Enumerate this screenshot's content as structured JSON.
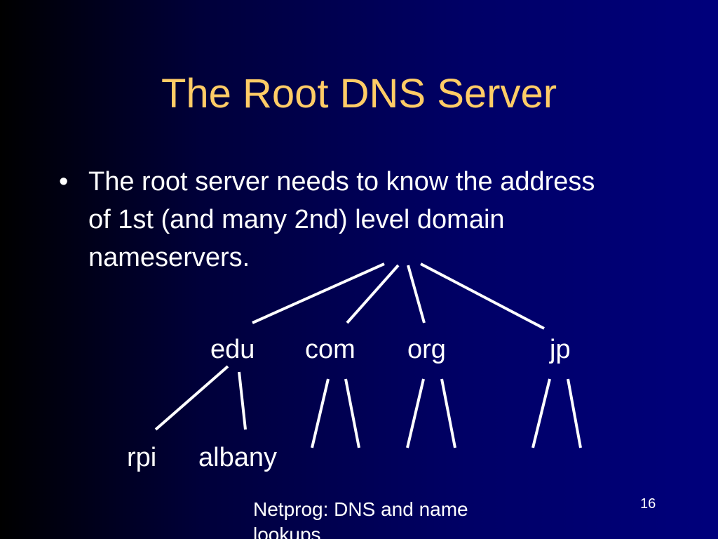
{
  "slide": {
    "title": "The Root DNS Server",
    "bullet_marker": "•",
    "bullet_text": "The root server needs to know the address of 1st (and many 2nd) level domain nameservers.",
    "footer": "Netprog:   DNS and name lookups",
    "page_number": "16"
  },
  "tree": {
    "top_level": [
      "edu",
      "com",
      "org",
      "jp"
    ],
    "edu_children": [
      "rpi",
      "albany"
    ]
  },
  "colors": {
    "title": "#ffcc66",
    "text": "#ffffff",
    "background_dark": "#000000",
    "background_blue": "#00007c"
  }
}
